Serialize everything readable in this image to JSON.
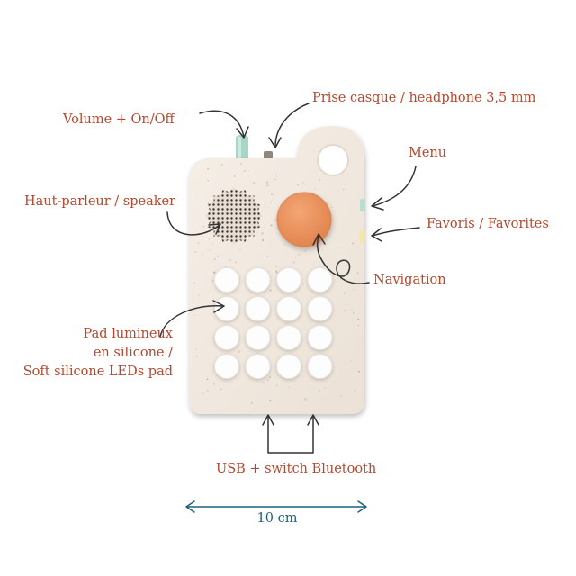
{
  "labels": {
    "volume": "Volume + On/Off",
    "headphone": "Prise casque / headphone 3,5 mm",
    "menu": "Menu",
    "speaker": "Haut-parleur / speaker",
    "favorites": "Favoris / Favorites",
    "navigation": "Navigation",
    "pad_lines": [
      "Pad lumineux",
      "en silicone /",
      "Soft silicone LEDs pad"
    ],
    "usb": "USB + switch Bluetooth",
    "dimension": "10 cm"
  },
  "colors": {
    "label_text": "#b5472e",
    "dimension_text": "#1e5f7c",
    "arrow": "#333333",
    "body": "#f1e9e1",
    "knob": "#ec9560",
    "volume_knob": "#a8d6c6",
    "menu_button": "#b8e0cf",
    "favorite_button": "#f2e7a6",
    "pad_button": "#fdfdfd"
  },
  "pad": {
    "rows": 4,
    "cols": 4
  }
}
